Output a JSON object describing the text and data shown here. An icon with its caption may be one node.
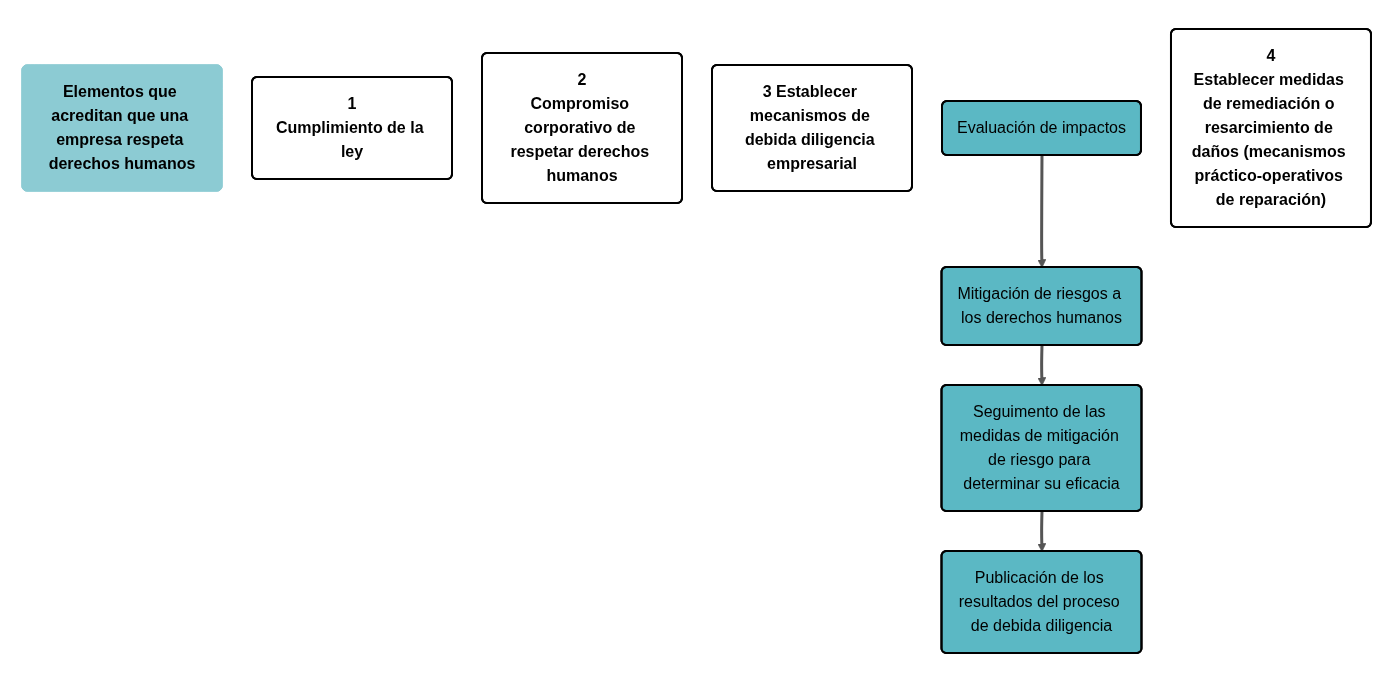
{
  "diagram": {
    "nodes": [
      {
        "text": [
          "Elementos que acreditan que una empresa respeta derechos humanos"
        ]
      },
      {
        "text": [
          "1",
          "Cumplimiento de la ley"
        ]
      },
      {
        "text": [
          "2",
          "Compromiso corporativo de respetar derechos humanos"
        ]
      },
      {
        "text": [
          "3 Establecer mecanismos de debida diligencia empresarial"
        ]
      },
      {
        "text": [
          "Evaluación de impactos"
        ]
      },
      {
        "text": [
          "Mitigación de riesgos a los derechos humanos"
        ]
      },
      {
        "text": [
          "Seguimento de las medidas de mitigación de riesgo para determinar su eficacia"
        ]
      },
      {
        "text": [
          "Publicación de los resultados del proceso de debida diligencia"
        ]
      },
      {
        "text": [
          "4",
          "Establecer medidas de remediación o resarcimiento de daños (mecanismos práctico-operativos de reparación)"
        ]
      }
    ],
    "edges": [
      {
        "from": 4,
        "to": 5,
        "arrow": "to"
      },
      {
        "from": 5,
        "to": 6,
        "arrow": "to"
      },
      {
        "from": 6,
        "to": 7,
        "arrow": "to"
      }
    ]
  }
}
